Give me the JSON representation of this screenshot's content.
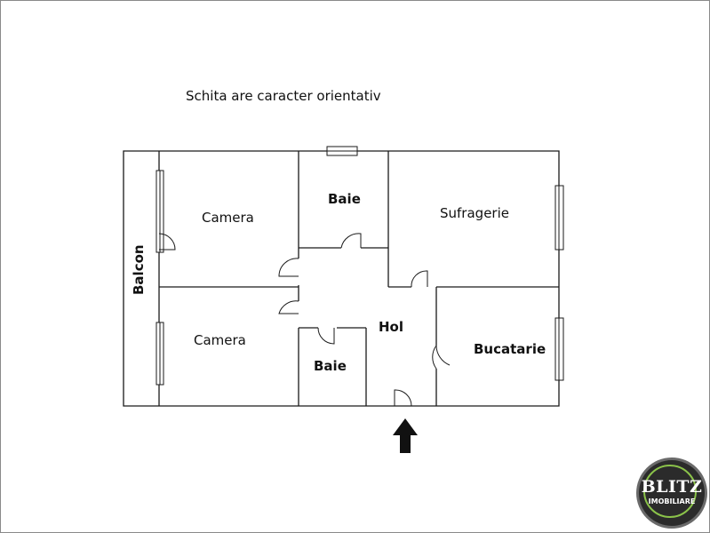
{
  "note": "Schita are caracter orientativ",
  "rooms": {
    "camera_top": "Camera",
    "baie_top": "Baie",
    "sufragerie": "Sufragerie",
    "balcon": "Balcon",
    "camera_bottom": "Camera",
    "hol": "Hol",
    "baie_bottom": "Baie",
    "bucatarie": "Bucatarie"
  },
  "entrance_arrow_icon": "arrow-up-icon",
  "logo": {
    "word": "BLITZ",
    "sub": "IMOBILIARE",
    "accent_color": "#8bc34a"
  }
}
